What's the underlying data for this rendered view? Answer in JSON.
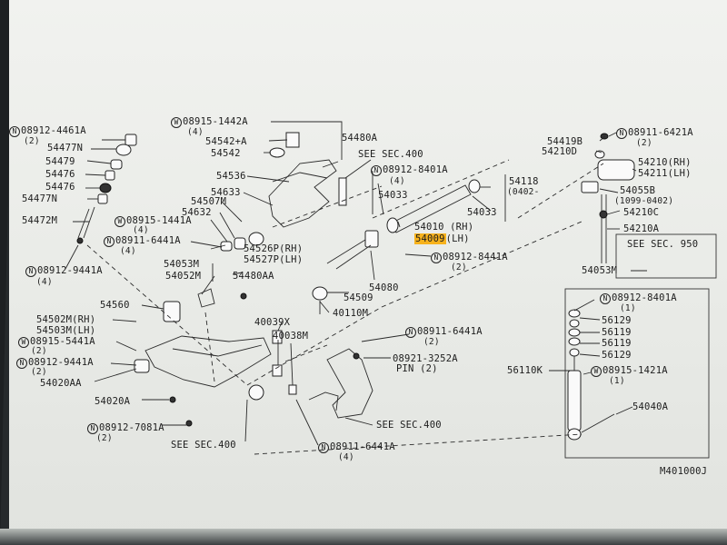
{
  "sheet": {
    "drawing_number": "M401000J"
  },
  "labels": {
    "n08912_4461A": "08912-4461A",
    "n08912_4461A_q": "(2)",
    "p54477N_top": "54477N",
    "p54479": "54479",
    "p54476_a": "54476",
    "p54476_b": "54476",
    "p54477N_bot": "54477N",
    "p54472M": "54472M",
    "n08912_9441A_l": "08912-9441A",
    "n08912_9441A_l_q": "(4)",
    "w08915_1442A": "08915-1442A",
    "w08915_1442A_q": "(4)",
    "p54480A": "54480A",
    "p54542A": "54542+A",
    "p54542": "54542",
    "see_sec400_top": "SEE SEC.400",
    "n08912_8401A_top": "08912-8401A",
    "n08912_8401A_top_q": "(4)",
    "p54536": "54536",
    "p54633": "54633",
    "p54507M": "54507M",
    "p54632": "54632",
    "w08915_1441A": "08915-1441A",
    "w08915_1441A_q": "(4)",
    "n08911_6441A_up": "08911-6441A",
    "n08911_6441A_up_q": "(4)",
    "p54526P": "54526P(RH)",
    "p54527P": "54527P(LH)",
    "p54033_a": "54033",
    "p54010": "54010 (RH)",
    "p54009": "54009",
    "p54009_lh": "(LH)",
    "p54033_b": "54033",
    "p54118": "54118",
    "p54118_rng": "(0402-",
    "n08912_8441A_mid": "08912-8441A",
    "n08912_8441A_mid_q": "(2)",
    "p54053M_l": "54053M",
    "p54052M": "54052M",
    "p54480AA": "54480AA",
    "p54080": "54080",
    "p54509": "54509",
    "p40110M": "40110M",
    "p54419B": "54419B",
    "p54210D": "54210D",
    "n08911_6421A": "08911-6421A",
    "n08911_6421A_q": "(2)",
    "p54210RH": "54210(RH)",
    "p54211LH": "54211(LH)",
    "p54055B": "54055B",
    "p54055B_rng": "(1099-0402)",
    "p54210C": "54210C",
    "p54210A": "54210A",
    "see_sec950": "SEE SEC. 950",
    "p54053M_r": "54053M",
    "p54560": "54560",
    "p54502M": "54502M(RH)",
    "p54503M": "54503M(LH)",
    "w08915_5441A": "08915-5441A",
    "w08915_5441A_q": "(2)",
    "n08912_9441A_b": "08912-9441A",
    "n08912_9441A_b_q": "(2)",
    "p54020AA": "54020AA",
    "p54020A": "54020A",
    "n08912_7081A": "08912-7081A",
    "n08912_7081A_q": "(2)",
    "see_sec400_bl": "SEE SEC.400",
    "p40039X": "40039X",
    "p40038M": "40038M",
    "n08911_6441A_mid": "08911-6441A",
    "n08911_6441A_mid_q": "(2)",
    "p08921_3252A": "08921-3252A",
    "p08921_pin": "PIN (2)",
    "see_sec400_br": "SEE SEC.400",
    "n08911_6441A_bot": "08911-6441A",
    "n08911_6441A_bot_q": "(4)",
    "n08912_8401A_r": "08912-8401A",
    "n08912_8401A_r_q": "(1)",
    "p56129_a": "56129",
    "p56119_a": "56119",
    "p56119_b": "56119",
    "p56129_b": "56129",
    "p56110K": "56110K",
    "w08915_1421A": "08915-1421A",
    "w08915_1421A_q": "(1)",
    "p54040A": "54040A"
  },
  "symbols": {
    "nut_prefix": "N",
    "washer_prefix": "W"
  },
  "colors": {
    "highlight": "#f7b21c",
    "line": "#2a2a2a",
    "paper": "#eceeea"
  }
}
